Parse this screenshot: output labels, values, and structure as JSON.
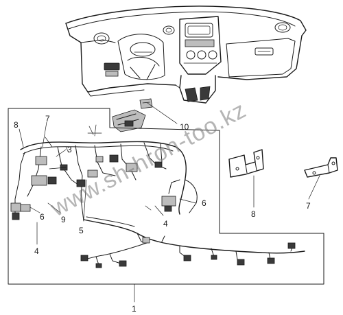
{
  "watermark": "www.sh-hron-too.kz",
  "callouts": {
    "main_harness": "1",
    "part_3": "3",
    "part_4_left": "4",
    "part_4_center": "4",
    "part_5": "5",
    "part_6_left": "6",
    "part_6_right": "6",
    "part_7_left": "7",
    "part_7_right": "7",
    "part_8_left": "8",
    "part_8_bracket": "8",
    "part_9": "9",
    "part_10": "10"
  }
}
